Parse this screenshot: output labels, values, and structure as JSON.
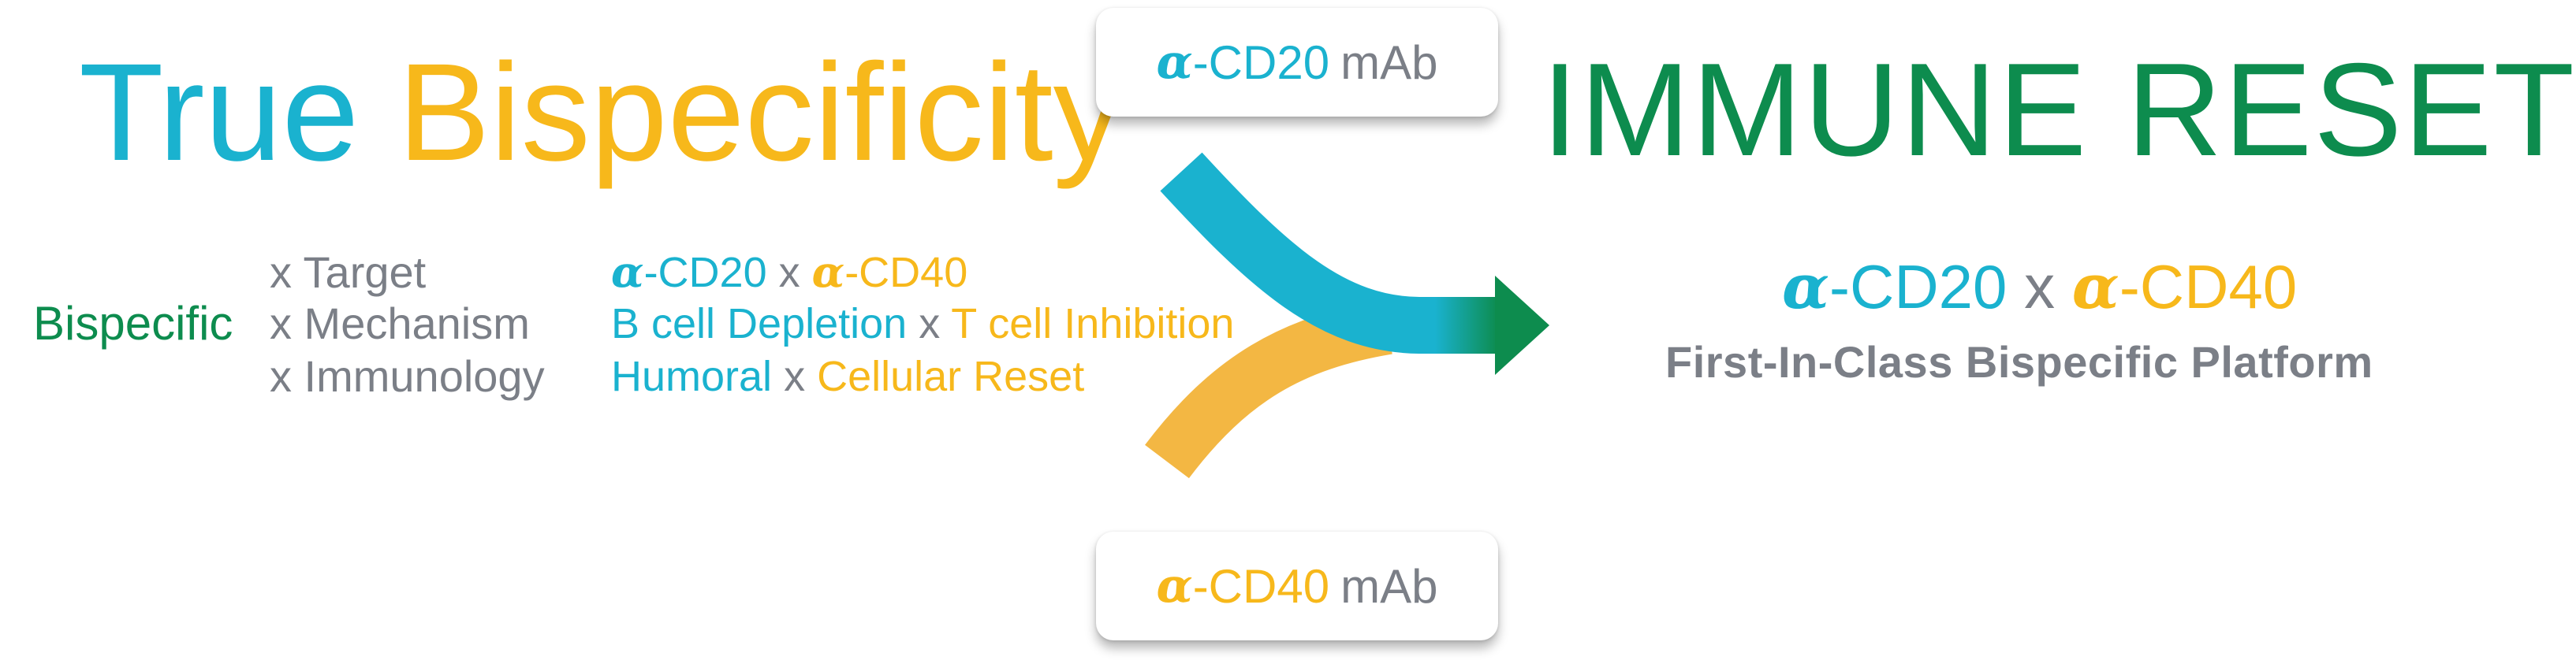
{
  "colors": {
    "cyan": "#1ab2cf",
    "yellow": "#f7b81b",
    "green": "#0d8c4e",
    "grey": "#7b7f87"
  },
  "left": {
    "title_part1": "True",
    "title_part2": "Bispecificity",
    "row_label": "Bispecific",
    "items": [
      {
        "x_label": "x Target",
        "left_text": "-CD20",
        "sep": " x ",
        "right_text": "-CD40",
        "left_greek": "α",
        "right_greek": "α"
      },
      {
        "x_label": "x Mechanism",
        "left_text": "B cell Depletion",
        "sep": " x ",
        "right_text": "T cell Inhibition"
      },
      {
        "x_label": "x Immunology",
        "left_text": "Humoral",
        "sep": " x ",
        "right_text": "Cellular Reset"
      }
    ]
  },
  "inputs": {
    "top": {
      "greek": "α",
      "target": "-CD20",
      "type": "mAb"
    },
    "bottom": {
      "greek": "α",
      "target": "-CD40",
      "type": "mAb"
    }
  },
  "right": {
    "title": "IMMUNE RESET",
    "combo_left_greek": "α",
    "combo_left": "-CD20",
    "combo_sep": " x ",
    "combo_right_greek": "α",
    "combo_right": "-CD40",
    "subtitle": "First-In-Class Bispecific Platform"
  }
}
